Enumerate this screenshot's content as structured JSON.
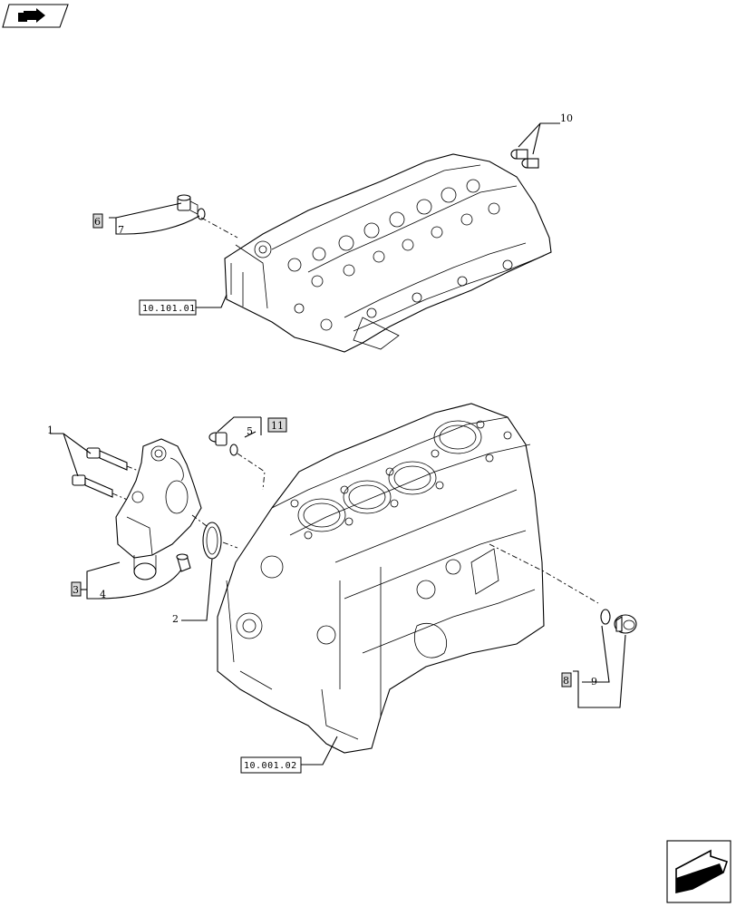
{
  "icons": {
    "top_left": "previous-page-icon",
    "bottom_right": "next-page-icon"
  },
  "callouts": {
    "c1": "1",
    "c2": "2",
    "c3": "3",
    "c4": "4",
    "c5": "5",
    "c6": "6",
    "c7": "7",
    "c8": "8",
    "c9": "9",
    "c10": "10",
    "c11": "11"
  },
  "references": {
    "head": "10.101.01",
    "block": "10.001.02"
  }
}
